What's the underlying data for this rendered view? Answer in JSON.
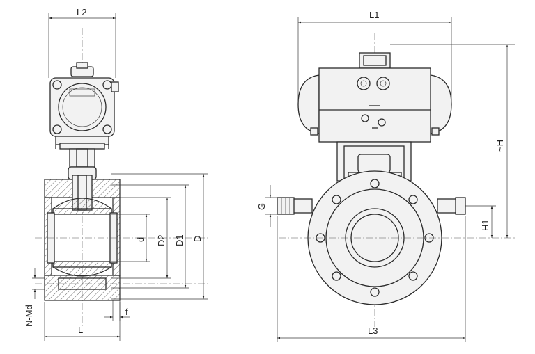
{
  "dimensions": {
    "L2": "L2",
    "L1": "L1",
    "H": "~H",
    "G": "G",
    "H1": "H1",
    "d": "d",
    "D2": "D2",
    "D1": "D1",
    "D": "D",
    "N_Md": "N-Md",
    "f": "f",
    "L": "L",
    "L3": "L3"
  },
  "colors": {
    "line": "#2a2a2a",
    "fill": "#f2f2f2",
    "background": "#ffffff"
  }
}
